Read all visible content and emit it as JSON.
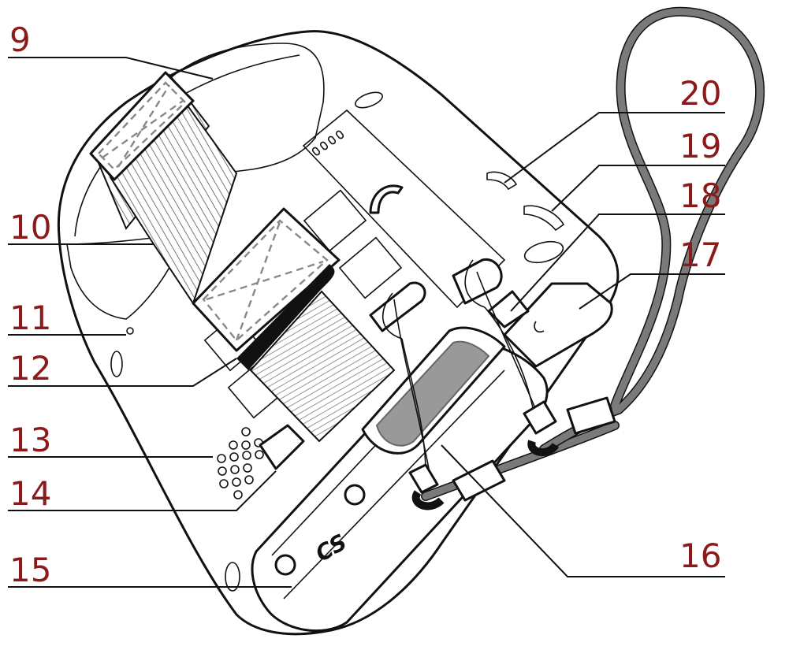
{
  "diagram": {
    "callouts": [
      {
        "id": "c9",
        "label": "9"
      },
      {
        "id": "c10",
        "label": "10"
      },
      {
        "id": "c11",
        "label": "11"
      },
      {
        "id": "c12",
        "label": "12"
      },
      {
        "id": "c13",
        "label": "13"
      },
      {
        "id": "c14",
        "label": "14"
      },
      {
        "id": "c15",
        "label": "15"
      },
      {
        "id": "c16",
        "label": "16"
      },
      {
        "id": "c17",
        "label": "17"
      },
      {
        "id": "c18",
        "label": "18"
      },
      {
        "id": "c19",
        "label": "19"
      },
      {
        "id": "c20",
        "label": "20"
      }
    ],
    "logo_text": "CS",
    "colors": {
      "label": "#8b1a1a",
      "outline": "#111111",
      "cord": "#7a7a7a",
      "strap_dash": "#888888"
    }
  }
}
